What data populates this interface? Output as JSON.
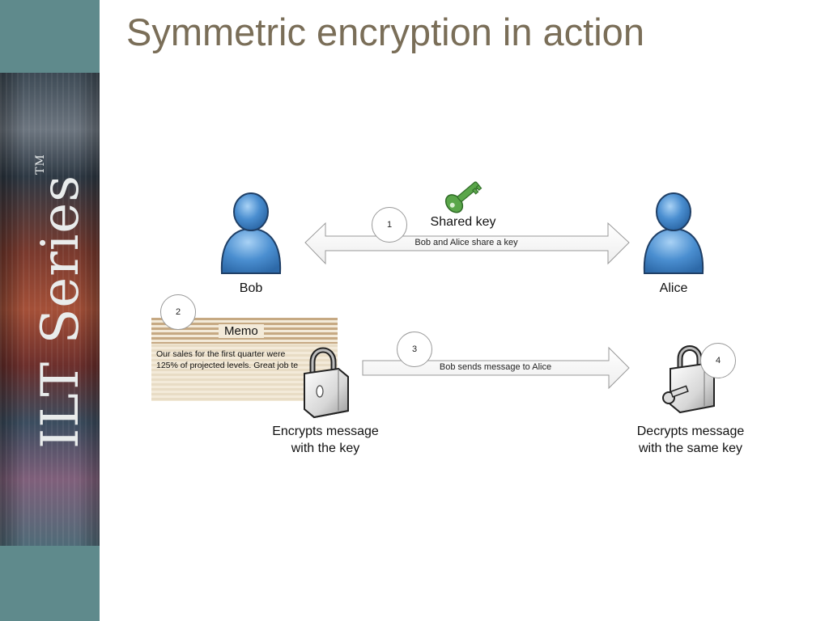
{
  "slide": {
    "title": "Symmetric encryption in action",
    "sidebar_text": "ILT Series",
    "sidebar_tm": "TM"
  },
  "diagram": {
    "bob": {
      "label": "Bob"
    },
    "alice": {
      "label": "Alice"
    },
    "shared_key": {
      "label": "Shared key",
      "caption": "Bob and Alice share a key"
    },
    "steps": [
      "1",
      "2",
      "3",
      "4"
    ],
    "memo": {
      "title": "Memo",
      "body_line1": "Our sales for the first quarter were",
      "body_line2": "125% of projected levels. Great job te"
    },
    "send": {
      "caption": "Bob sends message to Alice"
    },
    "encrypt": {
      "line1": "Encrypts message",
      "line2": "with the  key"
    },
    "decrypt": {
      "line1": "Decrypts message",
      "line2": "with the same key"
    }
  },
  "colors": {
    "title": "#7a6e58",
    "sidebar": "#5f8a8c",
    "person": "#4a8ed0",
    "key": "#5aa64a"
  }
}
